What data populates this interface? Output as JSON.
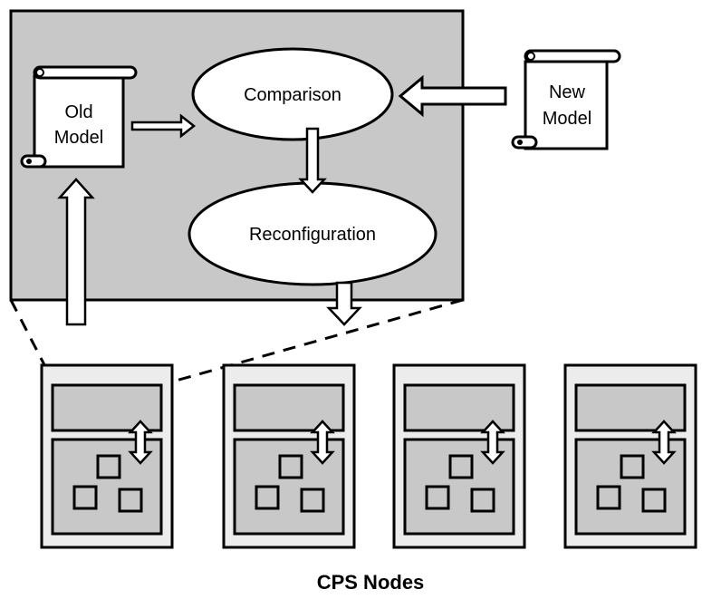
{
  "diagram": {
    "nodes": {
      "old_model": {
        "line1": "Old",
        "line2": "Model"
      },
      "new_model": {
        "line1": "New",
        "line2": "Model"
      },
      "comparison": {
        "label": "Comparison"
      },
      "reconfiguration": {
        "label": "Reconfiguration"
      }
    },
    "caption": "CPS Nodes",
    "cps_node_count": 4
  },
  "colors": {
    "panel_fill": "#c8c8c8",
    "node_outer_fill": "#ececec",
    "node_inner_fill": "#c8c8c8",
    "stroke": "#000000",
    "white": "#ffffff"
  }
}
